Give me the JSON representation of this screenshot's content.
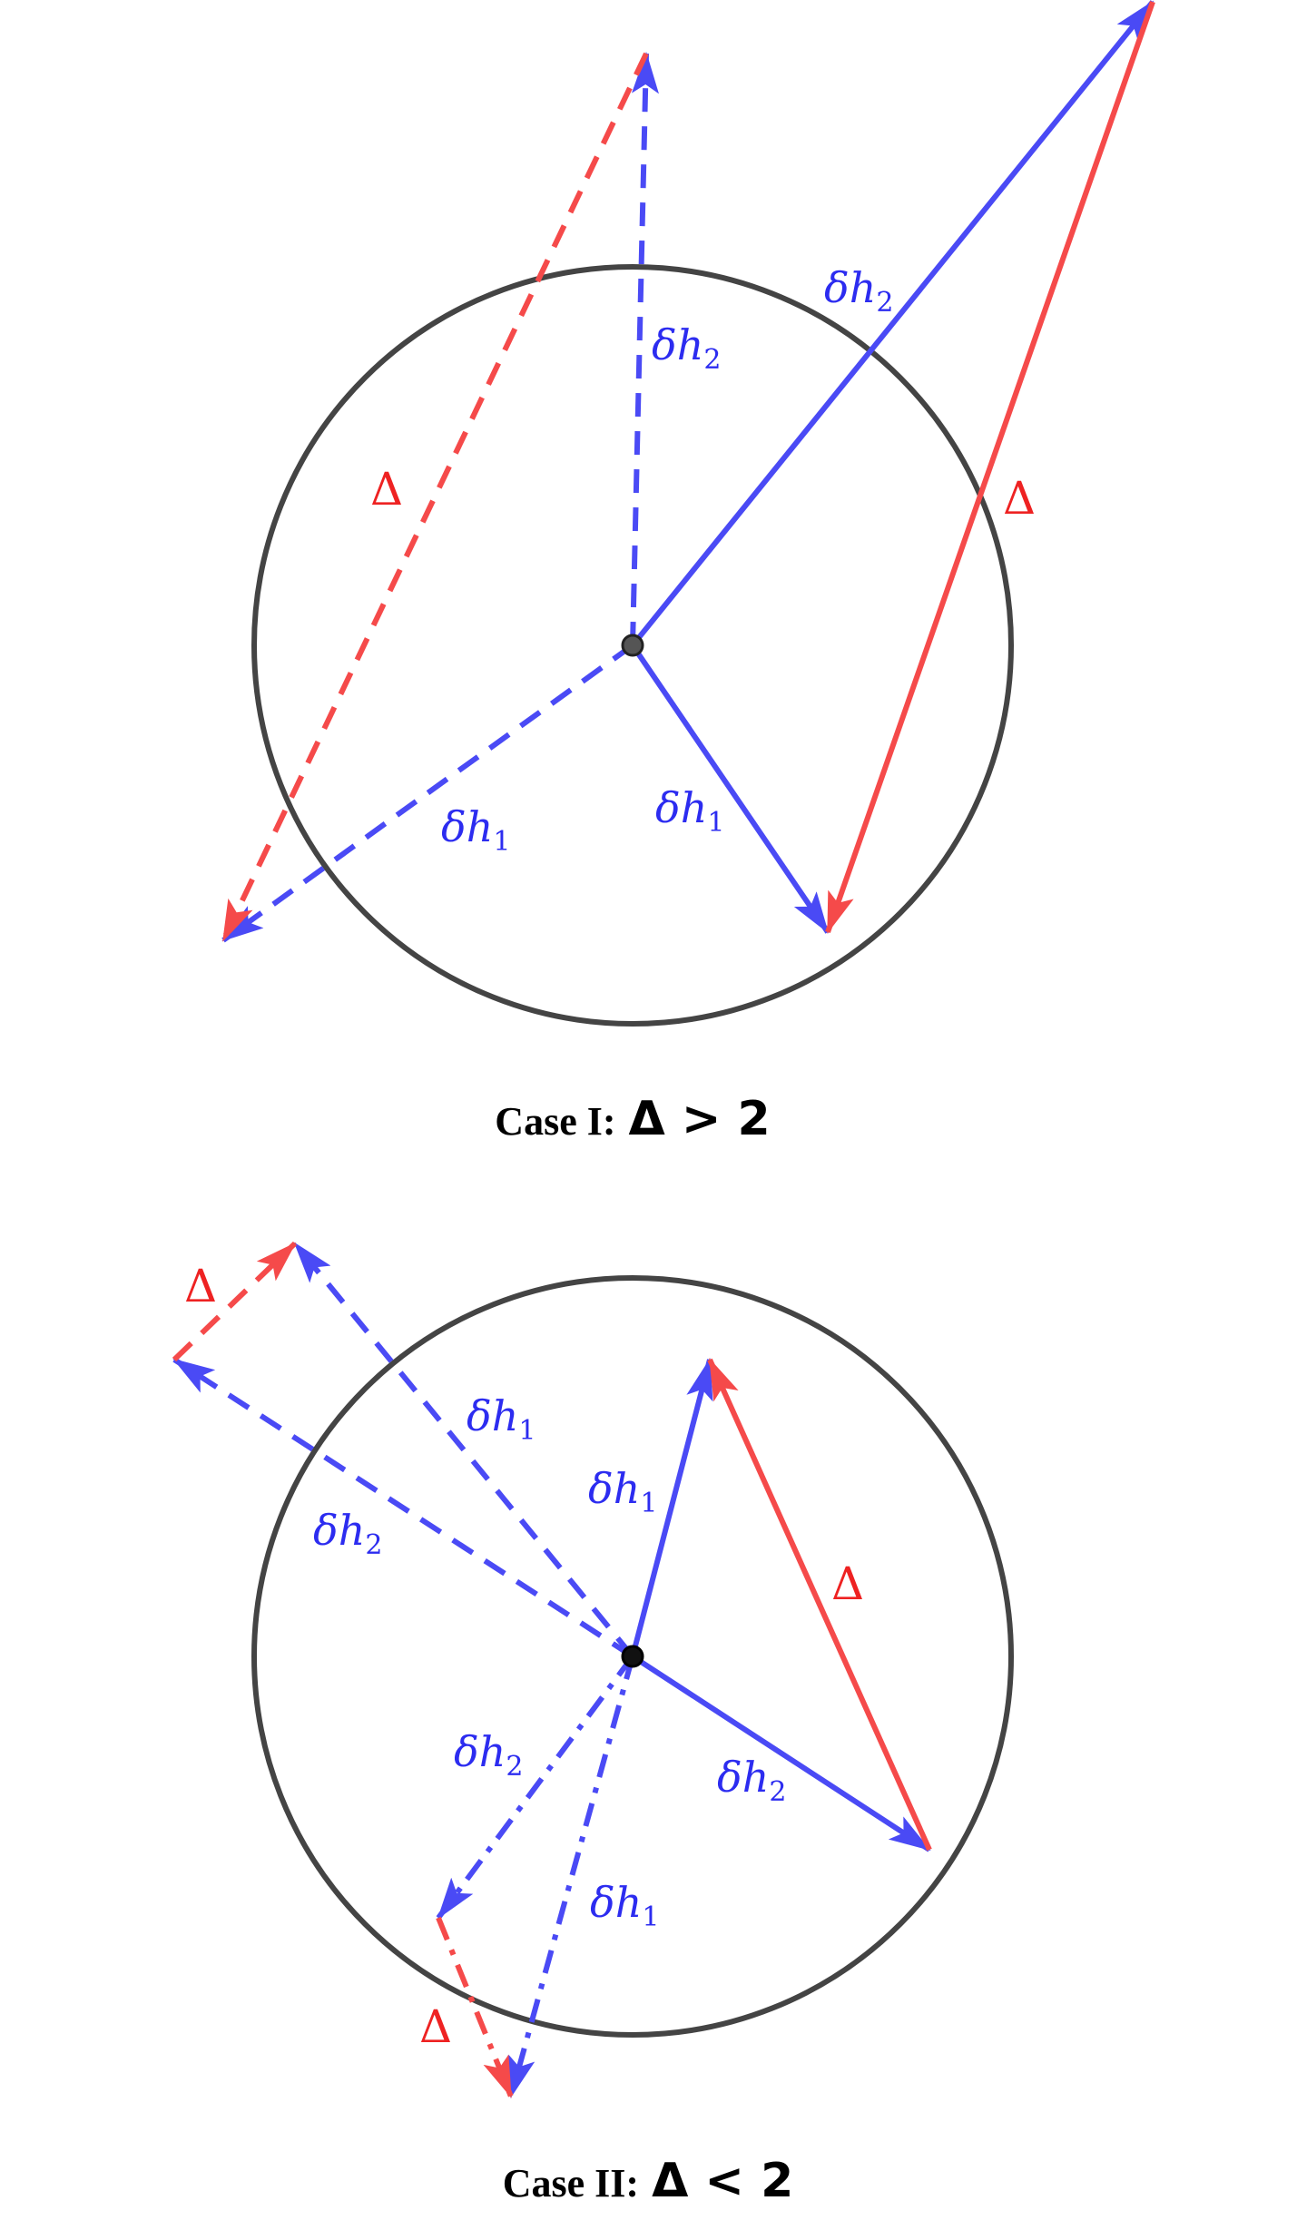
{
  "colors": {
    "blue": "#4a4af5",
    "red": "#f54a4a",
    "circle": "#444444",
    "label_blue": "#2c2cf0",
    "label_red": "#ee2222"
  },
  "case1": {
    "caption_bold": "Case I:",
    "caption_math": "Δ > 2",
    "labels": {
      "dh2_dashed": {
        "base": "δh",
        "sub": "2"
      },
      "dh2_solid": {
        "base": "δh",
        "sub": "2"
      },
      "dh1_dashed": {
        "base": "δh",
        "sub": "1"
      },
      "dh1_solid": {
        "base": "δh",
        "sub": "1"
      },
      "delta_dashed": "Δ",
      "delta_solid": "Δ"
    }
  },
  "case2": {
    "caption_bold": "Case II:",
    "caption_math": "Δ < 2",
    "labels": {
      "dh1_dashed": {
        "base": "δh",
        "sub": "1"
      },
      "dh2_dashed": {
        "base": "δh",
        "sub": "2"
      },
      "dh1_solid": {
        "base": "δh",
        "sub": "1"
      },
      "dh2_solid": {
        "base": "δh",
        "sub": "2"
      },
      "dh2_dashdot": {
        "base": "δh",
        "sub": "2"
      },
      "dh1_dashdot": {
        "base": "δh",
        "sub": "1"
      },
      "delta_dashed": "Δ",
      "delta_solid": "Δ",
      "delta_dashdot": "Δ"
    }
  }
}
